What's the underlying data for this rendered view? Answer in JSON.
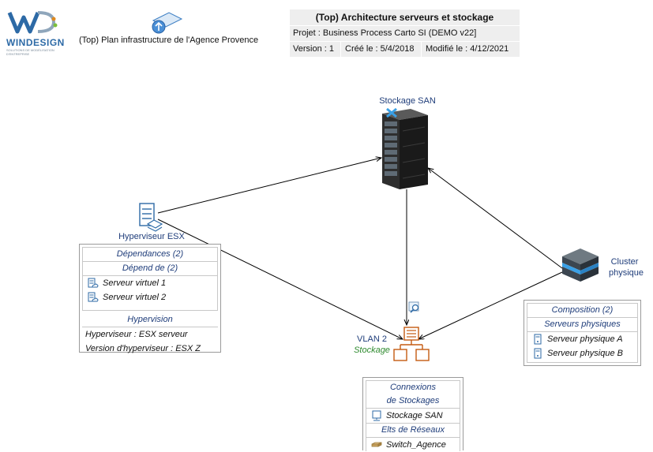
{
  "logo": {
    "text": "WINDESIGN",
    "tagline": "SOLUTIONS DE MODÉLISATION D'ENTREPRISE"
  },
  "nav": {
    "label": "(Top) Plan infrastructure  de l'Agence Provence",
    "icon": "up-arrow-icon"
  },
  "header": {
    "title": "(Top) Architecture serveurs et stockage",
    "project": "Projet : Business Process Carto SI (DEMO v22]",
    "version": "Version : 1",
    "created": "Créé le : 5/4/2018",
    "modified": "Modifié le : 4/12/2021"
  },
  "nodes": {
    "san": {
      "label": "Stockage SAN"
    },
    "esx": {
      "label": "Hyperviseur ESX"
    },
    "vlan": {
      "label": "VLAN 2",
      "sublabel": "Stockage"
    },
    "cluster": {
      "label_line1": "Cluster",
      "label_line2": "physique"
    }
  },
  "panel_esx": {
    "dependances": "Dépendances (2)",
    "depend_de": "Dépend de  (2)",
    "items": [
      "Serveur virtuel 1",
      "Serveur virtuel 2"
    ],
    "hypervision": "Hypervision",
    "hyperviseur": "Hyperviseur : ESX serveur",
    "version": "Version d'hyperviseur : ESX Z"
  },
  "panel_cluster": {
    "composition": "Composition (2)",
    "serveurs": "Serveurs physiques",
    "items": [
      "Serveur physique A",
      "Serveur physique B"
    ]
  },
  "panel_vlan": {
    "connexions": "Connexions",
    "stockages": "de Stockages",
    "stockage_item": "Stockage SAN",
    "elts": "Elts de Réseaux",
    "switch_item": "Switch_Agence"
  },
  "colors": {
    "label_blue": "#1f3d7a",
    "sub_green": "#2e8a2e",
    "vlan_orange": "#c55a11"
  }
}
